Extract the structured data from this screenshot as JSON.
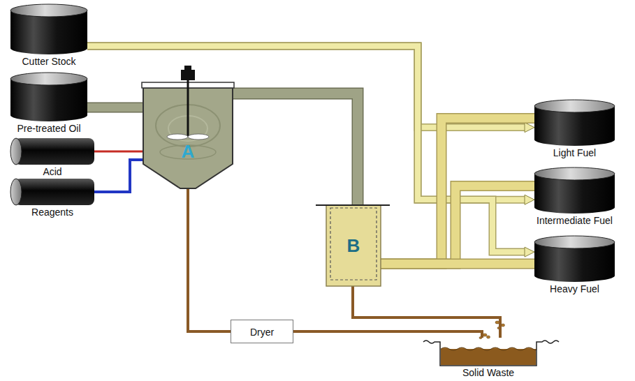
{
  "diagram": {
    "nodes": [
      {
        "text": [
          "Cutter Stock"
        ]
      },
      {
        "text": [
          "Pre-treated Oil"
        ]
      },
      {
        "text": [
          "Acid"
        ]
      },
      {
        "text": [
          "Reagents"
        ]
      },
      {
        "text": [
          "A"
        ]
      },
      {
        "text": [
          "B"
        ]
      },
      {
        "text": [
          "Light Fuel"
        ]
      },
      {
        "text": [
          "Intermediate Fuel"
        ]
      },
      {
        "text": [
          "Heavy Fuel"
        ]
      },
      {
        "text": [
          "Dryer"
        ]
      },
      {
        "text": [
          "Solid Waste"
        ]
      }
    ],
    "edges": [
      {
        "from": 0,
        "to": 6,
        "arrow": "to"
      },
      {
        "from": 0,
        "to": 7,
        "arrow": "to"
      },
      {
        "from": 0,
        "to": 8,
        "arrow": "to"
      },
      {
        "from": 1,
        "to": 4,
        "arrow": "none"
      },
      {
        "from": 2,
        "to": 4,
        "arrow": "none"
      },
      {
        "from": 3,
        "to": 4,
        "arrow": "none"
      },
      {
        "from": 4,
        "to": 5,
        "arrow": "none"
      },
      {
        "from": 5,
        "to": 6,
        "arrow": "none"
      },
      {
        "from": 5,
        "to": 7,
        "arrow": "none"
      },
      {
        "from": 5,
        "to": 8,
        "arrow": "none"
      },
      {
        "from": 4,
        "to": 9,
        "arrow": "none"
      },
      {
        "from": 9,
        "to": 10,
        "arrow": "none"
      },
      {
        "from": 5,
        "to": 10,
        "arrow": "none"
      }
    ]
  }
}
